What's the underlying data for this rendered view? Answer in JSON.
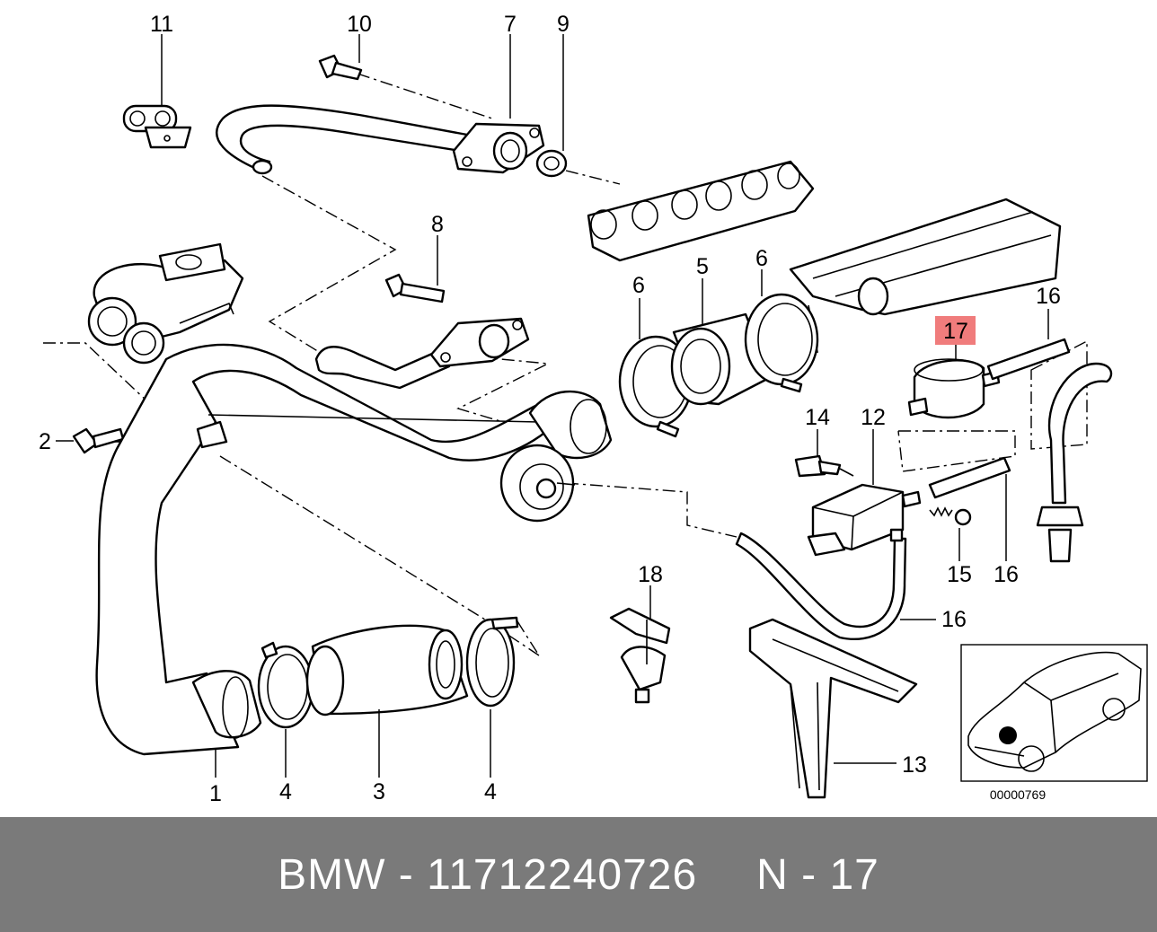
{
  "diagram": {
    "highlight_color": "#f07c7c",
    "labels": {
      "p1": "1",
      "p2": "2",
      "p3": "3",
      "p4a": "4",
      "p4b": "4",
      "p5": "5",
      "p6a": "6",
      "p6b": "6",
      "p7": "7",
      "p8": "8",
      "p9": "9",
      "p10": "10",
      "p11": "11",
      "p12": "12",
      "p13": "13",
      "p14": "14",
      "p15": "15",
      "p16a": "16",
      "p16b": "16",
      "p16c": "16",
      "p17": "17",
      "p18": "18"
    },
    "highlighted_part": "17",
    "inset_code": "00000769"
  },
  "footer": {
    "brand_part": "BMW - 11712240726",
    "position": "N - 17",
    "background": "#7a7a7a"
  }
}
